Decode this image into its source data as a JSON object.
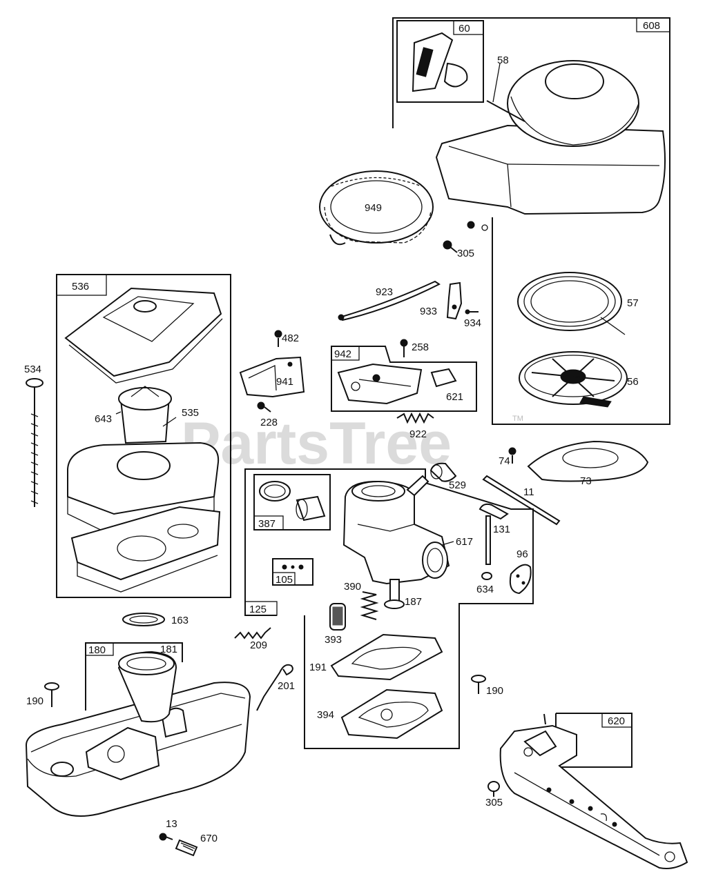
{
  "watermark": {
    "text": "PartsTree",
    "trademark": "TM"
  },
  "boxes": [
    {
      "id": "box-608",
      "label": "608"
    },
    {
      "id": "box-60",
      "label": "60"
    },
    {
      "id": "box-536",
      "label": "536"
    },
    {
      "id": "box-942",
      "label": "942"
    },
    {
      "id": "box-125",
      "label": "125"
    },
    {
      "id": "box-387",
      "label": "387"
    },
    {
      "id": "box-105",
      "label": "105"
    },
    {
      "id": "box-180",
      "label": "180"
    },
    {
      "id": "box-620",
      "label": "620"
    }
  ],
  "parts": {
    "p58": "58",
    "p949": "949",
    "p305a": "305",
    "p57": "57",
    "p56": "56",
    "p923": "923",
    "p933": "933",
    "p934": "934",
    "p482": "482",
    "p941": "941",
    "p228": "228",
    "p258": "258",
    "p621": "621",
    "p922": "922",
    "p534": "534",
    "p643": "643",
    "p535": "535",
    "p74": "74",
    "p73": "73",
    "p529": "529",
    "p11": "11",
    "p617": "617",
    "p131": "131",
    "p96": "96",
    "p634": "634",
    "p390": "390",
    "p187": "187",
    "p393": "393",
    "p163": "163",
    "p209": "209",
    "p181": "181",
    "p191": "191",
    "p201": "201",
    "p190a": "190",
    "p190b": "190",
    "p394": "394",
    "p305b": "305",
    "p13": "13",
    "p670": "670"
  }
}
